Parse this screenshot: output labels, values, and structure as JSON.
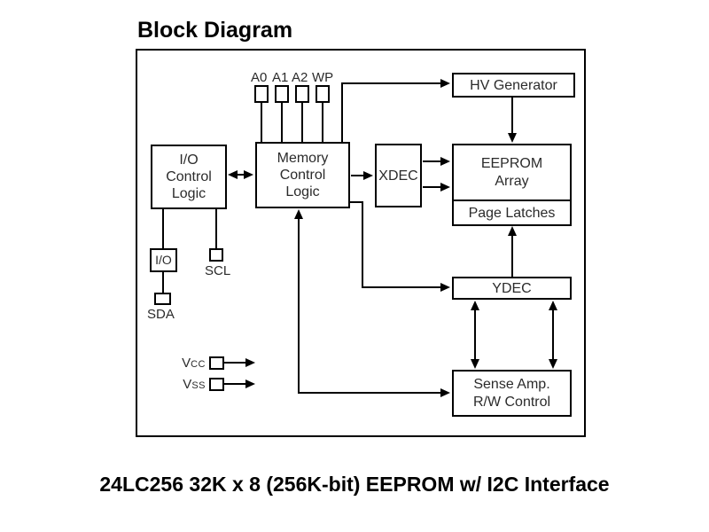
{
  "title": "Block Diagram",
  "caption": "24LC256 32K x 8 (256K-bit) EEPROM w/ I2C Interface",
  "colors": {
    "line": "#000000",
    "background": "#ffffff",
    "box_fill": "#ffffff",
    "text": "#2b2b2b"
  },
  "blocks": {
    "io_control": {
      "lines": [
        "I/O",
        "Control",
        "Logic"
      ]
    },
    "memory_control": {
      "lines": [
        "Memory",
        "Control",
        "Logic"
      ]
    },
    "xdec": {
      "label": "XDEC"
    },
    "hv_generator": {
      "label": "HV Generator"
    },
    "eeprom_array": {
      "lines": [
        "EEPROM",
        "Array"
      ]
    },
    "page_latches": {
      "label": "Page Latches"
    },
    "ydec": {
      "label": "YDEC"
    },
    "sense_amp": {
      "lines": [
        "Sense Amp.",
        "R/W Control"
      ]
    },
    "io_pin_box": {
      "label": "I/O"
    }
  },
  "pins": {
    "address": [
      "A0",
      "A1",
      "A2",
      "WP"
    ],
    "scl": "SCL",
    "sda": "SDA",
    "vcc": {
      "main": "V",
      "sub": "CC"
    },
    "vss": {
      "main": "V",
      "sub": "SS"
    }
  }
}
